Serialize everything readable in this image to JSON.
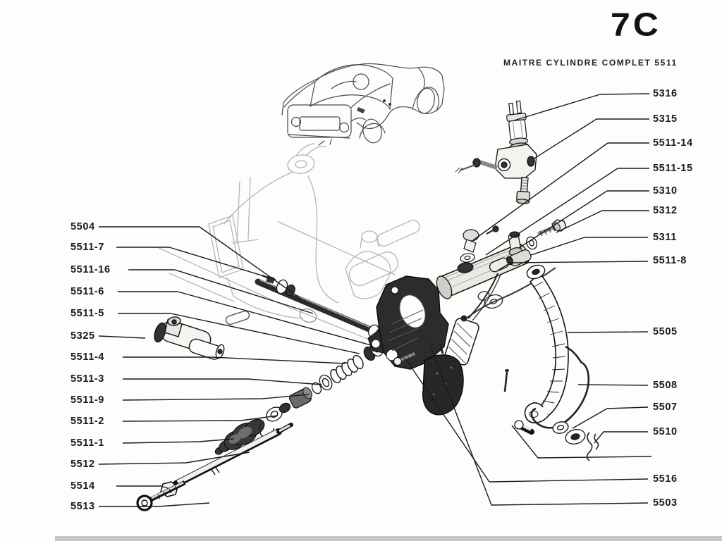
{
  "page": {
    "code": "7C",
    "title": "MAITRE CYLINDRE COMPLET 5511",
    "description": "Exploded parts diagram of the complete brake master cylinder and pedal assembly with a sports-car location sketch",
    "ink_color": "#1a1a1a",
    "paper_color": "#fdfdfb"
  },
  "labels": {
    "left": [
      "5504",
      "5511-7",
      "5511-16",
      "5511-6",
      "5511-5",
      "5325",
      "5511-4",
      "5511-3",
      "5511-9",
      "5511-2",
      "5511-1",
      "5512",
      "5514",
      "5513"
    ],
    "right": [
      "5316",
      "5315",
      "5511-14",
      "5511-15",
      "5310",
      "5312",
      "5311",
      "5511-8",
      "5505",
      "5508",
      "5507",
      "5510",
      "5516",
      "5503"
    ]
  }
}
